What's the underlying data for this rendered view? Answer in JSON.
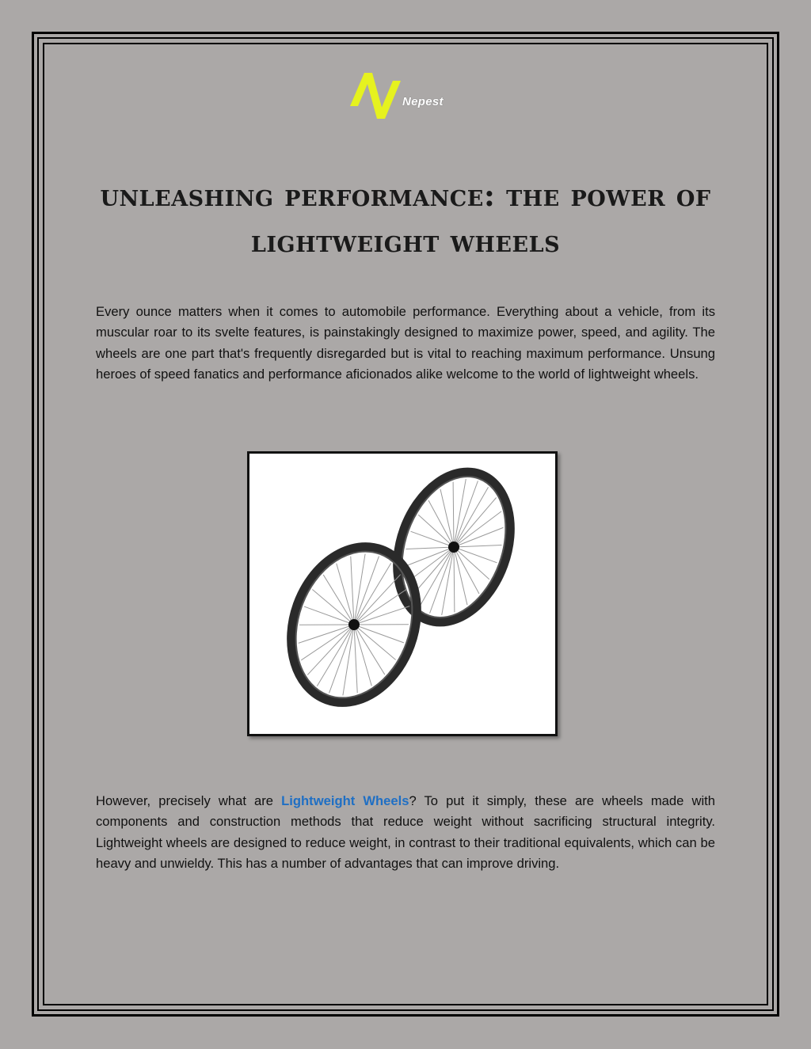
{
  "logo": {
    "brand": "Nepest",
    "icon": "nepest-logo-icon",
    "color": "#e6f21f"
  },
  "title": "Unleashing Performance: The Power of Lightweight Wheels",
  "intro": "Every ounce matters when it comes to automobile performance. Everything about a vehicle, from its muscular roar to its svelte features, is painstakingly designed to maximize power, speed, and agility. The wheels are one part that's frequently disregarded but is vital to reaching maximum performance. Unsung heroes of speed fanatics and performance aficionados alike welcome to the world of lightweight wheels.",
  "image": {
    "icon": "bicycle-wheels-photo"
  },
  "body": {
    "before_link": "However, precisely what are ",
    "link_text": "Lightweight Wheels",
    "after_link": "? To put it simply, these are wheels made with components and construction methods that reduce weight without sacrificing structural integrity. Lightweight wheels are designed to reduce weight, in contrast to their traditional equivalents, which can be heavy and unwieldy. This has a number of advantages that can improve driving."
  },
  "colors": {
    "background": "#aba8a7",
    "link": "#1f6fc4",
    "border": "#000000"
  }
}
